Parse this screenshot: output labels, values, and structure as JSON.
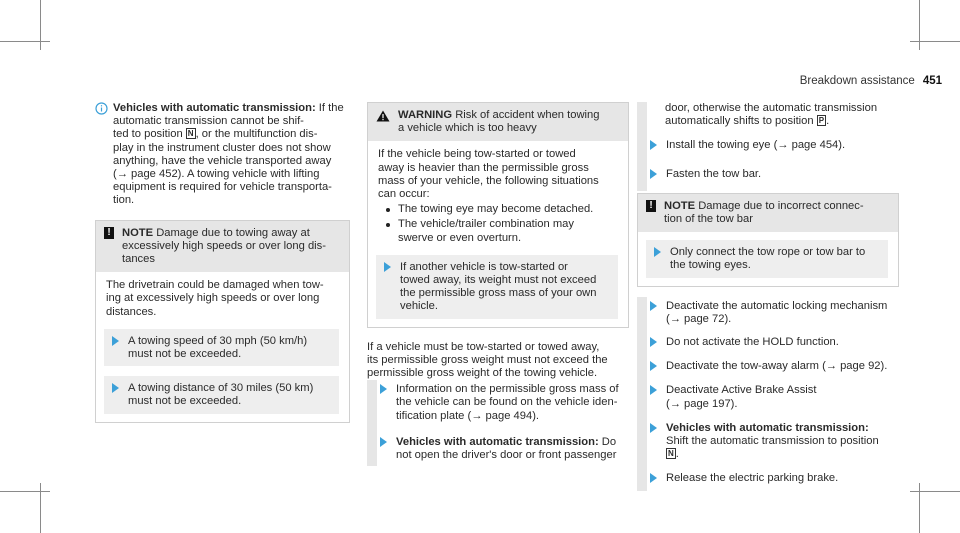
{
  "header": {
    "section": "Breakdown assistance",
    "page": "451"
  },
  "col1": {
    "info_title": "Vehicles with automatic transmission:",
    "info_text_1": "If the automatic transmission cannot be shif-",
    "info_text_2": "ted to position",
    "info_key_n": "N",
    "info_text_3": ", or the multifunction dis-",
    "info_lines": [
      "play in the instrument cluster does not show",
      "anything, have the vehicle transported away",
      "(→ page 452). A towing vehicle with lifting",
      "equipment is required for vehicle transporta-",
      "tion."
    ],
    "note_label": "NOTE",
    "note_head_lines": [
      "Damage due to towing away at",
      "excessively high speeds or over long dis-",
      "tances"
    ],
    "note_body_lines": [
      "The drivetrain could be damaged when tow-",
      "ing at excessively high speeds or over long",
      "distances."
    ],
    "steps": [
      [
        "A towing speed of 30 mph (50 km/h)",
        "must not be exceeded."
      ],
      [
        "A towing distance of 30 miles (50 km)",
        "must not be exceeded."
      ]
    ]
  },
  "col2": {
    "warn_label": "WARNING",
    "warn_head_lines": [
      "Risk of accident when towing",
      "a vehicle which is too heavy"
    ],
    "warn_body_lines": [
      "If the vehicle being tow-started or towed",
      "away is heavier than the permissible gross",
      "mass of your vehicle, the following situations",
      "can occur:"
    ],
    "bullets": [
      [
        "The towing eye may become detached."
      ],
      [
        "The vehicle/trailer combination may",
        "swerve or even overturn."
      ]
    ],
    "warn_step": [
      "If another vehicle is tow-started or",
      "towed away, its weight must not exceed",
      "the permissible gross mass of your own",
      "vehicle."
    ],
    "para": [
      "If a vehicle must be tow-started or towed away,",
      "its permissible gross weight must not exceed the",
      "permissible gross weight of the towing vehicle."
    ],
    "step1": [
      "Information on the permissible gross mass of",
      "the vehicle can be found on the vehicle iden-",
      "tification plate (→ page 494)."
    ],
    "step2_title": "Vehicles with automatic transmission:",
    "step2_rest": " Do",
    "step2_lines": [
      "not open the driver's door or front passenger"
    ]
  },
  "col3": {
    "cont_lines": [
      "door, otherwise the automatic transmission",
      "automatically shifts to position"
    ],
    "key_p": "P",
    "step_eye": [
      "Install the towing eye (→ page 454)."
    ],
    "step_bar": [
      "Fasten the tow bar."
    ],
    "note_label": "NOTE",
    "note_head_lines": [
      "Damage due to incorrect connec-",
      "tion of the tow bar"
    ],
    "note_step": [
      "Only connect the tow rope or tow bar to",
      "the towing eyes."
    ],
    "steps": [
      [
        "Deactivate the automatic locking mechanism",
        "(→ page 72)."
      ],
      [
        "Do not activate the HOLD function."
      ],
      [
        "Deactivate the tow-away alarm (→ page 92)."
      ],
      [
        "Deactivate Active Brake Assist",
        "(→ page 197)."
      ]
    ],
    "step_auto_title": "Vehicles with automatic transmission:",
    "step_auto_lines": [
      "Shift the automatic transmission to position"
    ],
    "key_n": "N",
    "step_last": [
      "Release the electric parking brake."
    ]
  }
}
